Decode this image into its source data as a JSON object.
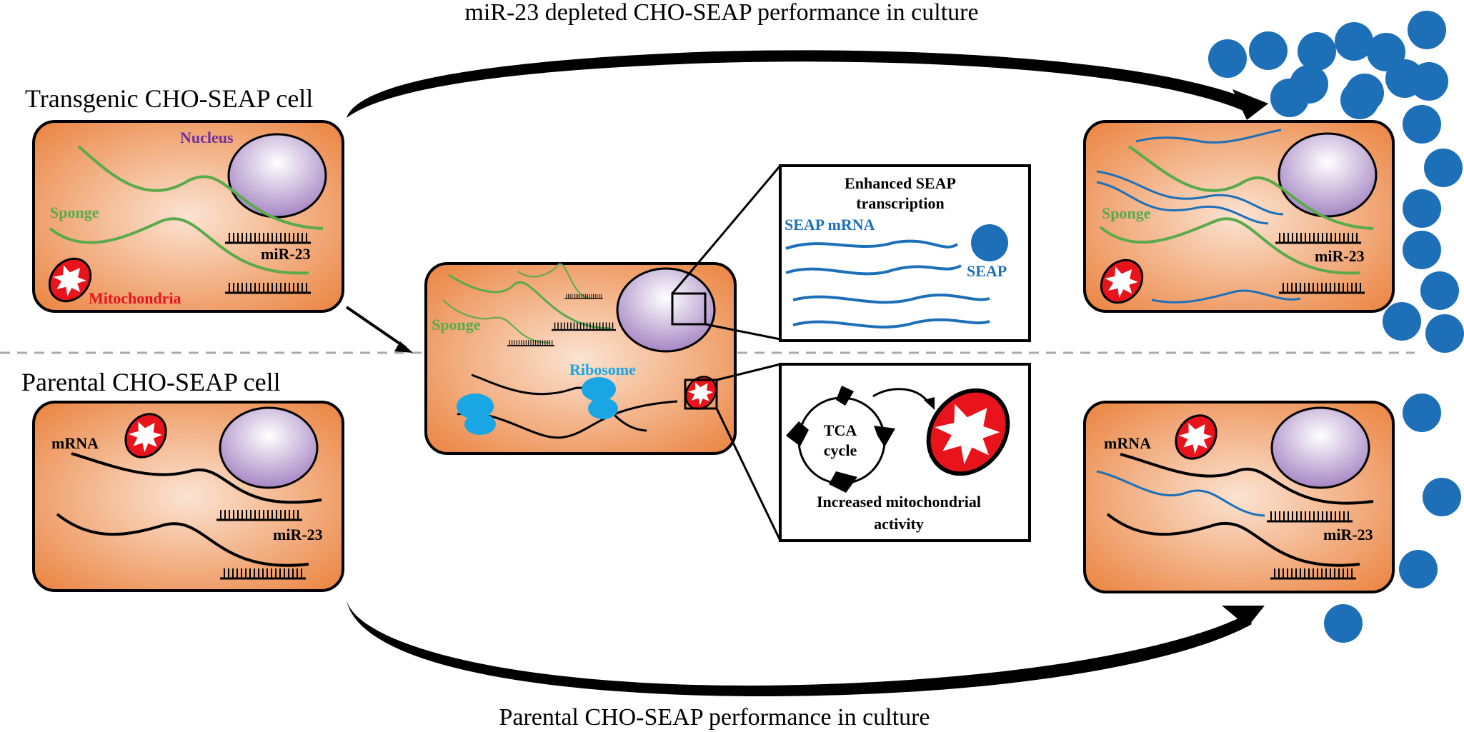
{
  "titles": {
    "top": "miR-23 depleted CHO-SEAP performance in culture",
    "bottom": "Parental CHO-SEAP performance in culture"
  },
  "cell_labels": {
    "transgenic": "Transgenic CHO-SEAP cell",
    "parental": "Parental CHO-SEAP cell"
  },
  "labels": {
    "nucleus": "Nucleus",
    "sponge": "Sponge",
    "mir23": "miR-23",
    "mitochondria": "Mitochondria",
    "ribosome": "Ribosome",
    "mrna": "mRNA",
    "seap_mrna": "SEAP mRNA",
    "seap": "SEAP"
  },
  "boxes": {
    "transcription_line1": "Enhanced SEAP",
    "transcription_line2": "transcription",
    "tca_line1": "TCA",
    "tca_line2": "cycle",
    "mito_line1": "Increased mitochondrial",
    "mito_line2": "activity"
  },
  "colors": {
    "cell_fill_center": "#fbe3d2",
    "cell_fill_edge": "#ec8a4a",
    "nucleus": "#b69acb",
    "sponge_green": "#5aaa4c",
    "seap_blue": "#1d70b8",
    "ribosome_cyan": "#1aa6e4",
    "mito_red": "#e8131b",
    "nucleus_label": "#7030a0",
    "mito_label": "#e8131b"
  }
}
